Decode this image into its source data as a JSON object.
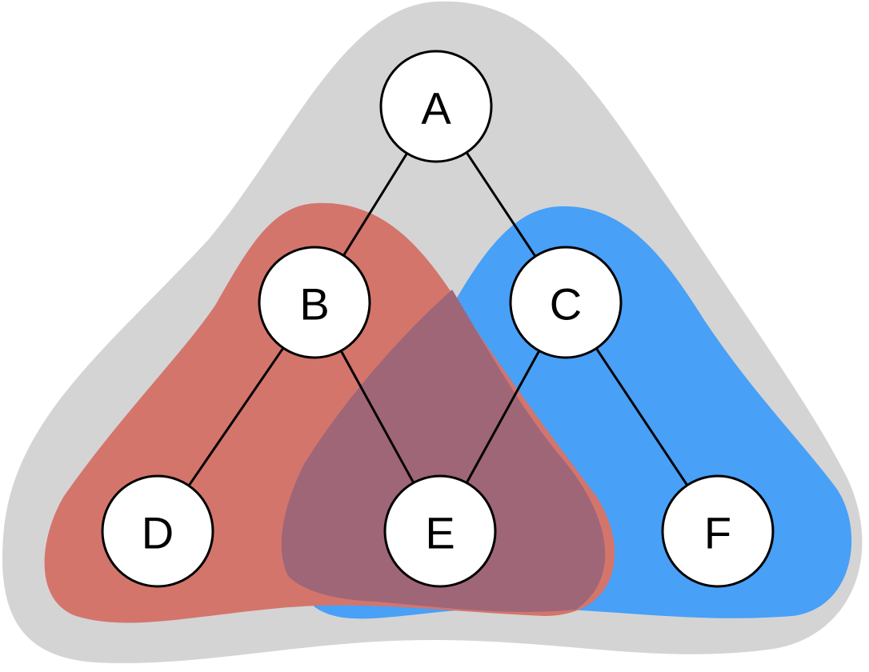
{
  "diagram": {
    "type": "tree-with-overlapping-regions",
    "nodes": [
      {
        "id": "A",
        "label": "A"
      },
      {
        "id": "B",
        "label": "B"
      },
      {
        "id": "C",
        "label": "C"
      },
      {
        "id": "D",
        "label": "D"
      },
      {
        "id": "E",
        "label": "E"
      },
      {
        "id": "F",
        "label": "F"
      }
    ],
    "edges": [
      {
        "from": "A",
        "to": "B"
      },
      {
        "from": "A",
        "to": "C"
      },
      {
        "from": "B",
        "to": "D"
      },
      {
        "from": "B",
        "to": "E"
      },
      {
        "from": "C",
        "to": "E"
      },
      {
        "from": "C",
        "to": "F"
      }
    ],
    "regions": [
      {
        "name": "outer-region",
        "color": "#d4d4d5",
        "contains": [
          "A",
          "B",
          "C",
          "D",
          "E",
          "F"
        ]
      },
      {
        "name": "blue-region",
        "color": "#48a0f7",
        "contains": [
          "C",
          "E",
          "F"
        ]
      },
      {
        "name": "red-region",
        "color": "#d4756c",
        "contains": [
          "B",
          "D",
          "E"
        ]
      }
    ],
    "overlap_color": "#9f6678"
  }
}
